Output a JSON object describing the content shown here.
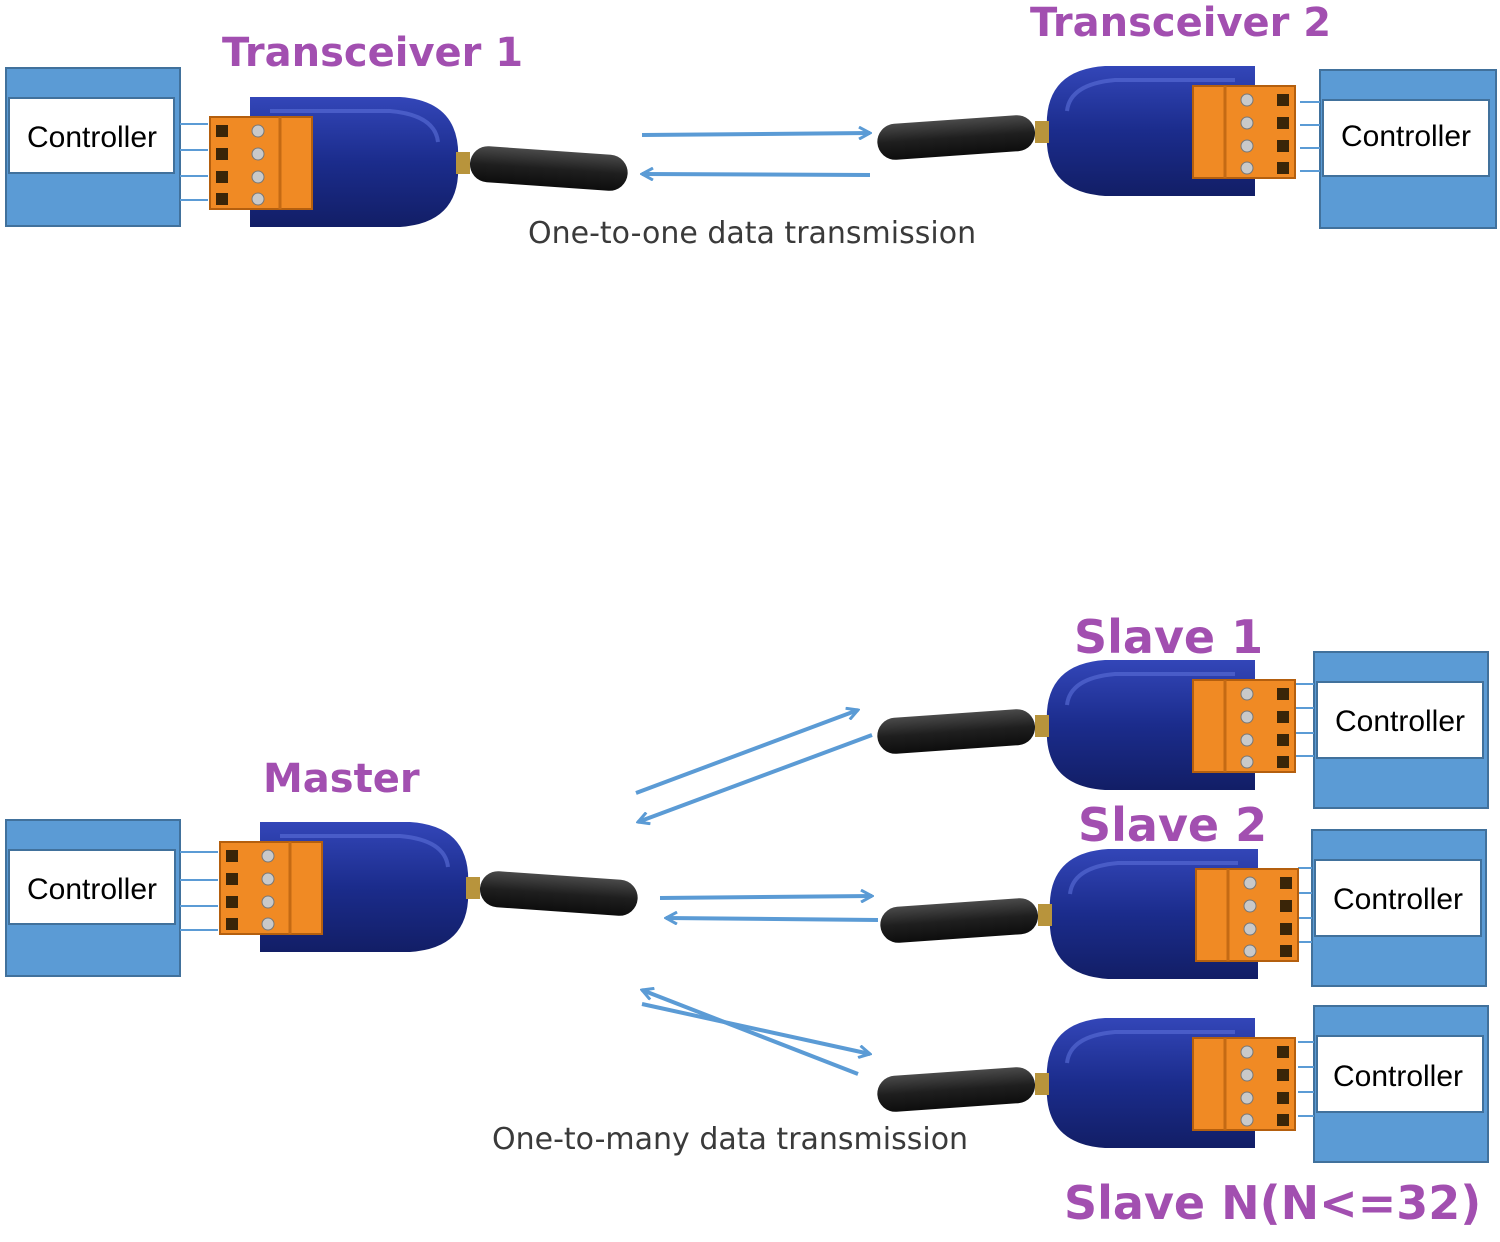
{
  "colors": {
    "label": "#a24fb0",
    "controller_fill": "#5b9bd5",
    "controller_border": "#41719c",
    "arrow": "#5b9bd5",
    "device_body": "#1b2c8c",
    "terminal": "#f08a24",
    "antenna": "#1f1f1f"
  },
  "top": {
    "transceiver1": "Transceiver 1",
    "transceiver2": "Transceiver 2",
    "caption": "One-to-one data transmission"
  },
  "bottom": {
    "master": "Master",
    "slave1": "Slave 1",
    "slave2": "Slave 2",
    "slaveN": "Slave N(N<=32)",
    "caption": "One-to-many data transmission"
  },
  "controller_label": "Controller"
}
